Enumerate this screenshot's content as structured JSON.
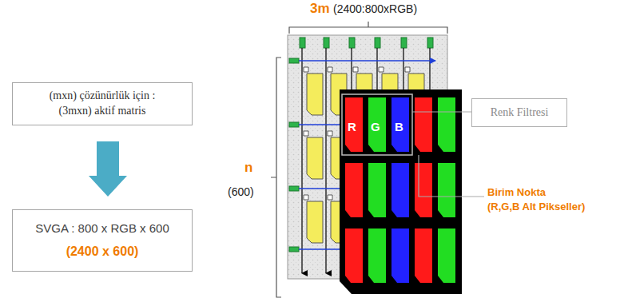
{
  "diagram": {
    "nodes": [
      {
        "text": [
          "(mxn) çözünürlük için : (3mxn) aktif matris"
        ]
      },
      {
        "text": [
          "SVGA : 800 x RGB x 600",
          "(2400 x 600)"
        ]
      },
      {
        "text": [
          "Renk Filtresi"
        ]
      }
    ],
    "edges": [
      {
        "from": 0,
        "to": 1,
        "arrow": "to"
      }
    ],
    "labels": [
      "3m",
      "(2400:800xRGB)",
      "n",
      "(600)",
      "R",
      "G",
      "B",
      "Birim Nokta (R,G,B Alt Pikseller)"
    ]
  }
}
